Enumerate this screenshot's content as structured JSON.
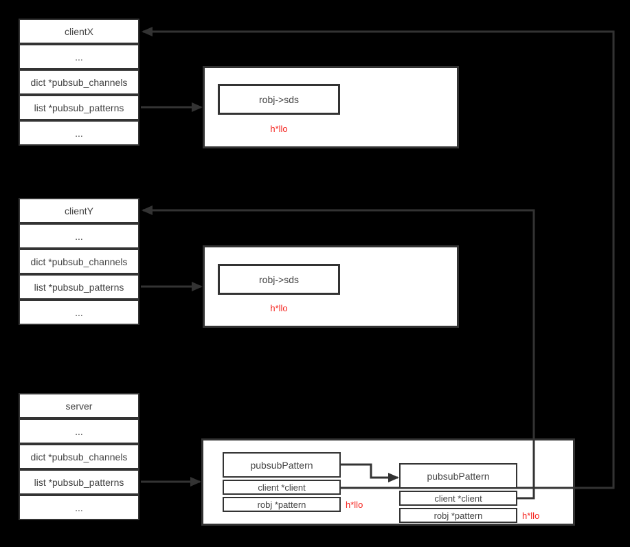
{
  "colors": {
    "background": "#000000",
    "box_fill": "#ffffff",
    "line": "#333333",
    "text": "#434343",
    "accent_red": "#f5241f"
  },
  "structs": {
    "clientX": {
      "title": "clientX",
      "rows": [
        "...",
        "dict *pubsub_channels",
        "list *pubsub_patterns",
        "..."
      ]
    },
    "clientY": {
      "title": "clientY",
      "rows": [
        "...",
        "dict *pubsub_channels",
        "list *pubsub_patterns",
        "..."
      ]
    },
    "server": {
      "title": "server",
      "rows": [
        "...",
        "dict *pubsub_channels",
        "list *pubsub_patterns",
        "..."
      ]
    }
  },
  "robj_top": {
    "label": "robj->sds",
    "value": "h*llo"
  },
  "robj_mid": {
    "label": "robj->sds",
    "value": "h*llo"
  },
  "pattern1": {
    "title": "pubsubPattern",
    "rows": [
      "client *client",
      "robj *pattern"
    ],
    "value": "h*llo"
  },
  "pattern2": {
    "title": "pubsubPattern",
    "rows": [
      "client *client",
      "robj *pattern"
    ],
    "value": "h*llo"
  }
}
